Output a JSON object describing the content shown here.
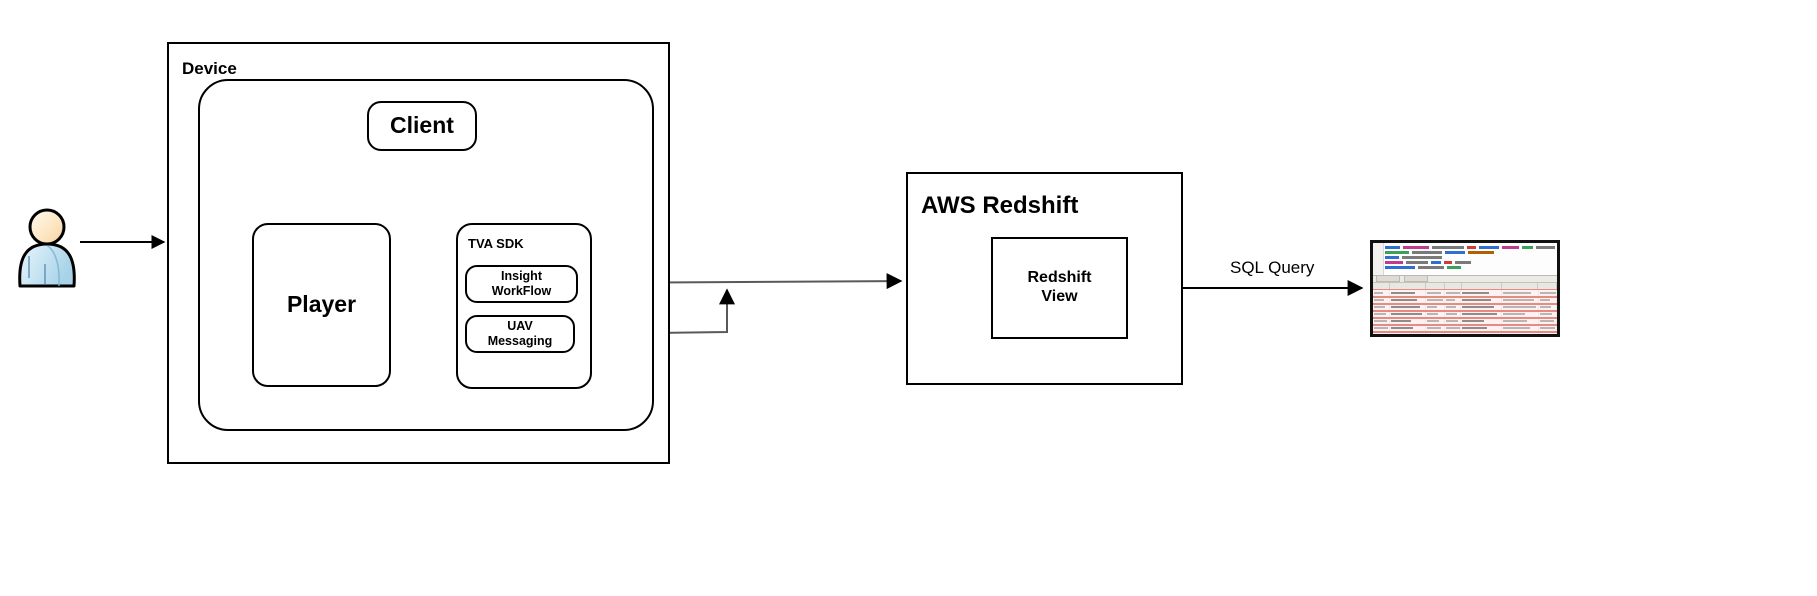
{
  "diagram": {
    "title": "Device to AWS Redshift data flow",
    "background": "#ffffff",
    "stroke": "#000000",
    "line_gray": "#595959"
  },
  "actor": {
    "name": "user-actor",
    "head_color": "#fde8c8",
    "body_color": "#bcdcee",
    "outline": "#000000"
  },
  "device": {
    "label": "Device",
    "inner_panel": "rounded-container",
    "client": {
      "label": "Client"
    },
    "player": {
      "label": "Player"
    },
    "tva_sdk": {
      "label": "TVA SDK",
      "components": [
        {
          "label": "Insight\nWorkFlow",
          "line1": "Insight",
          "line2": "WorkFlow"
        },
        {
          "label": "UAV\nMessaging",
          "line1": "UAV",
          "line2": "Messaging"
        }
      ]
    }
  },
  "redshift": {
    "label": "AWS Redshift",
    "view": {
      "line1": "Redshift",
      "line2": "View"
    }
  },
  "edges": [
    {
      "name": "actor-to-device",
      "label": ""
    },
    {
      "name": "client-to-player",
      "label": ""
    },
    {
      "name": "client-to-tva-sdk",
      "label": ""
    },
    {
      "name": "player-to-tva-sdk",
      "label": "",
      "style": "dotted"
    },
    {
      "name": "insight-workflow-to-redshift",
      "label": ""
    },
    {
      "name": "uav-messaging-to-merge",
      "label": ""
    },
    {
      "name": "redshift-view-to-console",
      "label": "SQL Query"
    }
  ],
  "sql_query_label": "SQL Query",
  "console_thumbnail": {
    "name": "sql-console-screenshot",
    "editor_token_colors": [
      "#2f6fd0",
      "#c23a8f",
      "#3aa05a",
      "#b06000",
      "#7a7a7a",
      "#d23b3b"
    ],
    "highlight_color": "#e58b84",
    "header_color": "#e9e7e2",
    "row_count": 22,
    "column_count": 7
  }
}
